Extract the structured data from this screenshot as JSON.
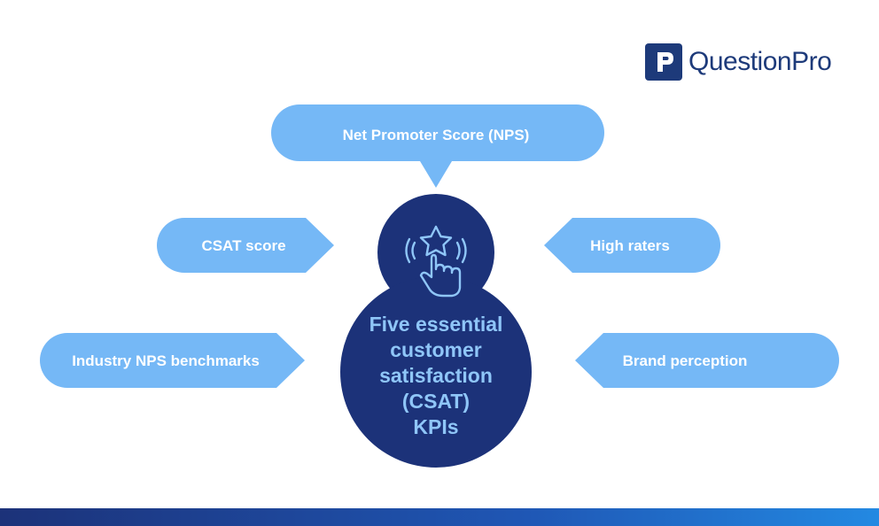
{
  "brand": {
    "name": "QuestionPro"
  },
  "center": {
    "lines": [
      "Five essential",
      "customer",
      "satisfaction",
      "(CSAT)",
      "KPIs"
    ],
    "icon": "star-tap-icon"
  },
  "nodes": {
    "top": "Net Promoter Score (NPS)",
    "left_upper": "CSAT score",
    "left_lower": "Industry NPS benchmarks",
    "right_upper": "High raters",
    "right_lower": "Brand perception"
  },
  "colors": {
    "bubble": "#75b8f6",
    "center": "#1c3279",
    "center_text": "#8fc6f8",
    "bubble_text": "#ffffff",
    "brand": "#1d3a7a"
  }
}
